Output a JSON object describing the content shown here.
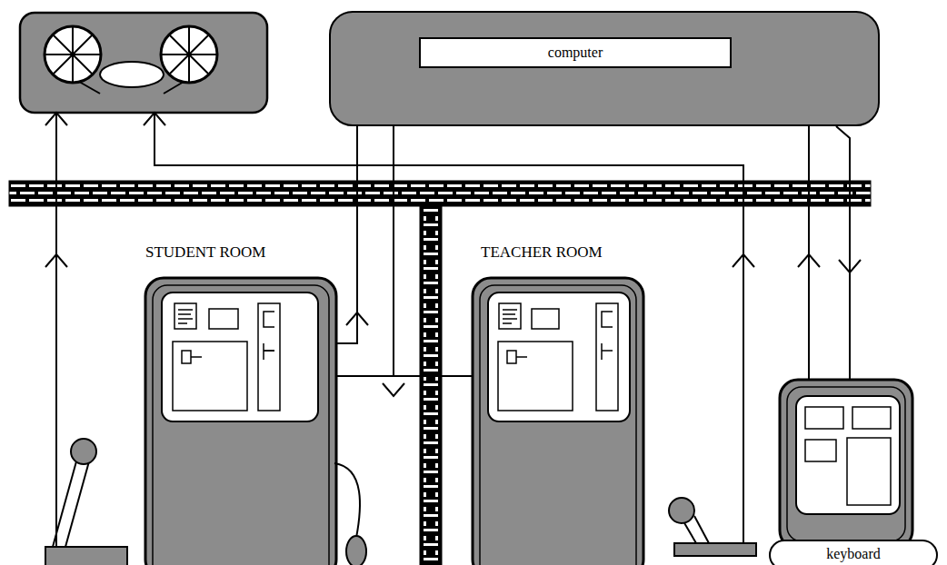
{
  "diagram": {
    "nodes": [
      {
        "text": [
          "computer"
        ]
      },
      {
        "text": [
          "keyboard"
        ]
      }
    ],
    "labels": [
      "STUDENT ROOM",
      "TEACHER ROOM"
    ]
  }
}
